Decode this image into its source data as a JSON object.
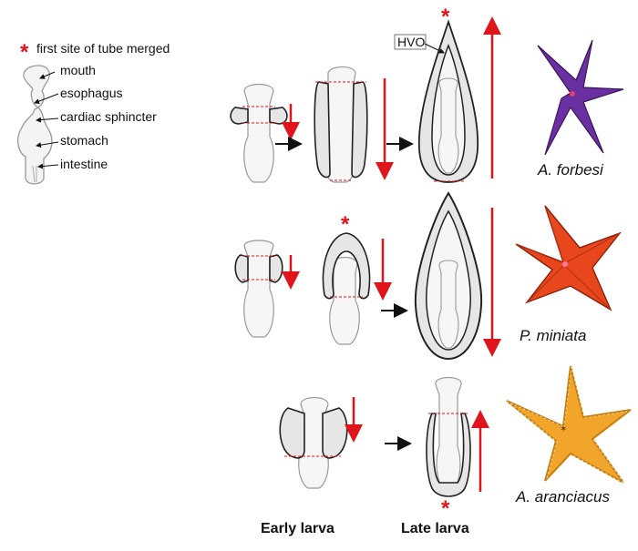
{
  "legend": {
    "star_symbol": "*",
    "text": "first site of tube merged",
    "anatomy": [
      "mouth",
      "esophagus",
      "cardiac sphincter",
      "stomach",
      "intestine"
    ]
  },
  "hvo_label": "HVO",
  "species": [
    {
      "name": "A. forbesi",
      "color": "#6a2fa0"
    },
    {
      "name": "P. miniata",
      "color": "#e8461c"
    },
    {
      "name": "A. aranciacus",
      "color": "#f2a52b"
    }
  ],
  "stages": {
    "early": "Early larva",
    "late": "Late larva"
  },
  "colors": {
    "accent": "#e0141b",
    "outline": "#222222",
    "body": "#e6e6e6"
  }
}
